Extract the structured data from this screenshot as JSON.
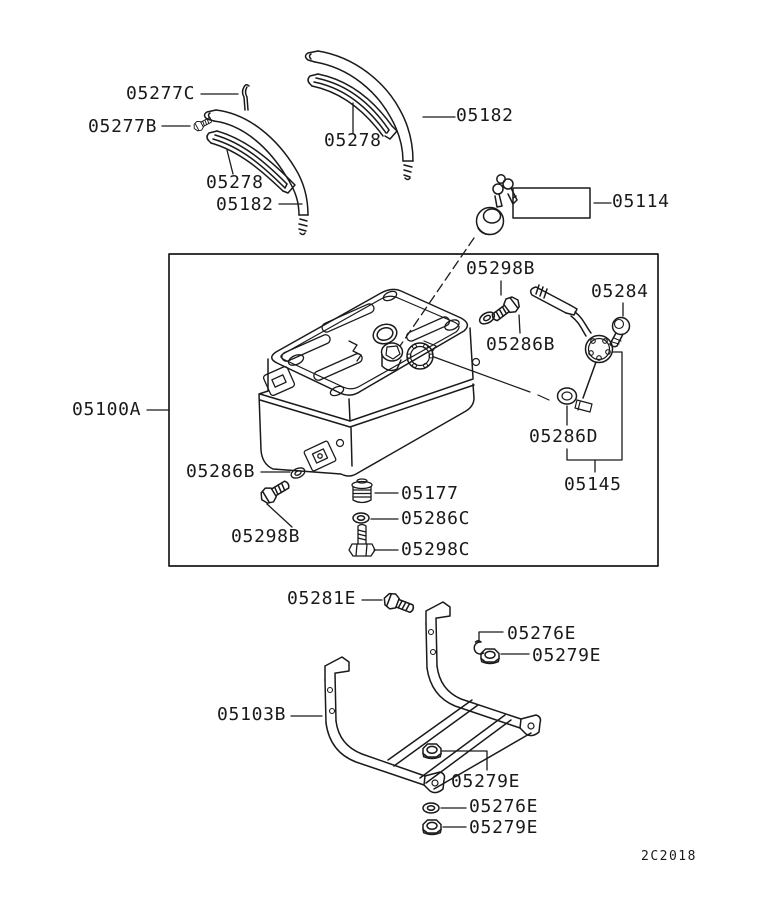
{
  "theme": {
    "ink": "#1a1a1a",
    "background": "#ffffff"
  },
  "drawing_code": "2C2018",
  "parts": {
    "strap_left": {
      "pin": "05277C",
      "bolt": "05277B",
      "inner_band": "05278",
      "outer_band": "05182"
    },
    "strap_right": {
      "inner_band": "05278",
      "outer_band": "05182"
    },
    "fuel_cap_lock": "05114",
    "tank_assembly": "05100A",
    "bolt_top": "05298B",
    "washer_top": "05286B",
    "sender_screw": "05284",
    "sender_gasket": "05286D",
    "fuel_gauge_unit": "05145",
    "washer_left": "05286B",
    "bolt_left": "05298B",
    "vent_fitting": "05177",
    "fitting_washer": "05286C",
    "fitting_bolt": "05298C",
    "frame_bolt": "05281E",
    "retainer_clip_upper": "05276E",
    "nut_upper": "05279E",
    "tank_frame": "05103B",
    "nut_middle": "05279E",
    "washer_lower": "05276E",
    "nut_lower": "05279E"
  }
}
